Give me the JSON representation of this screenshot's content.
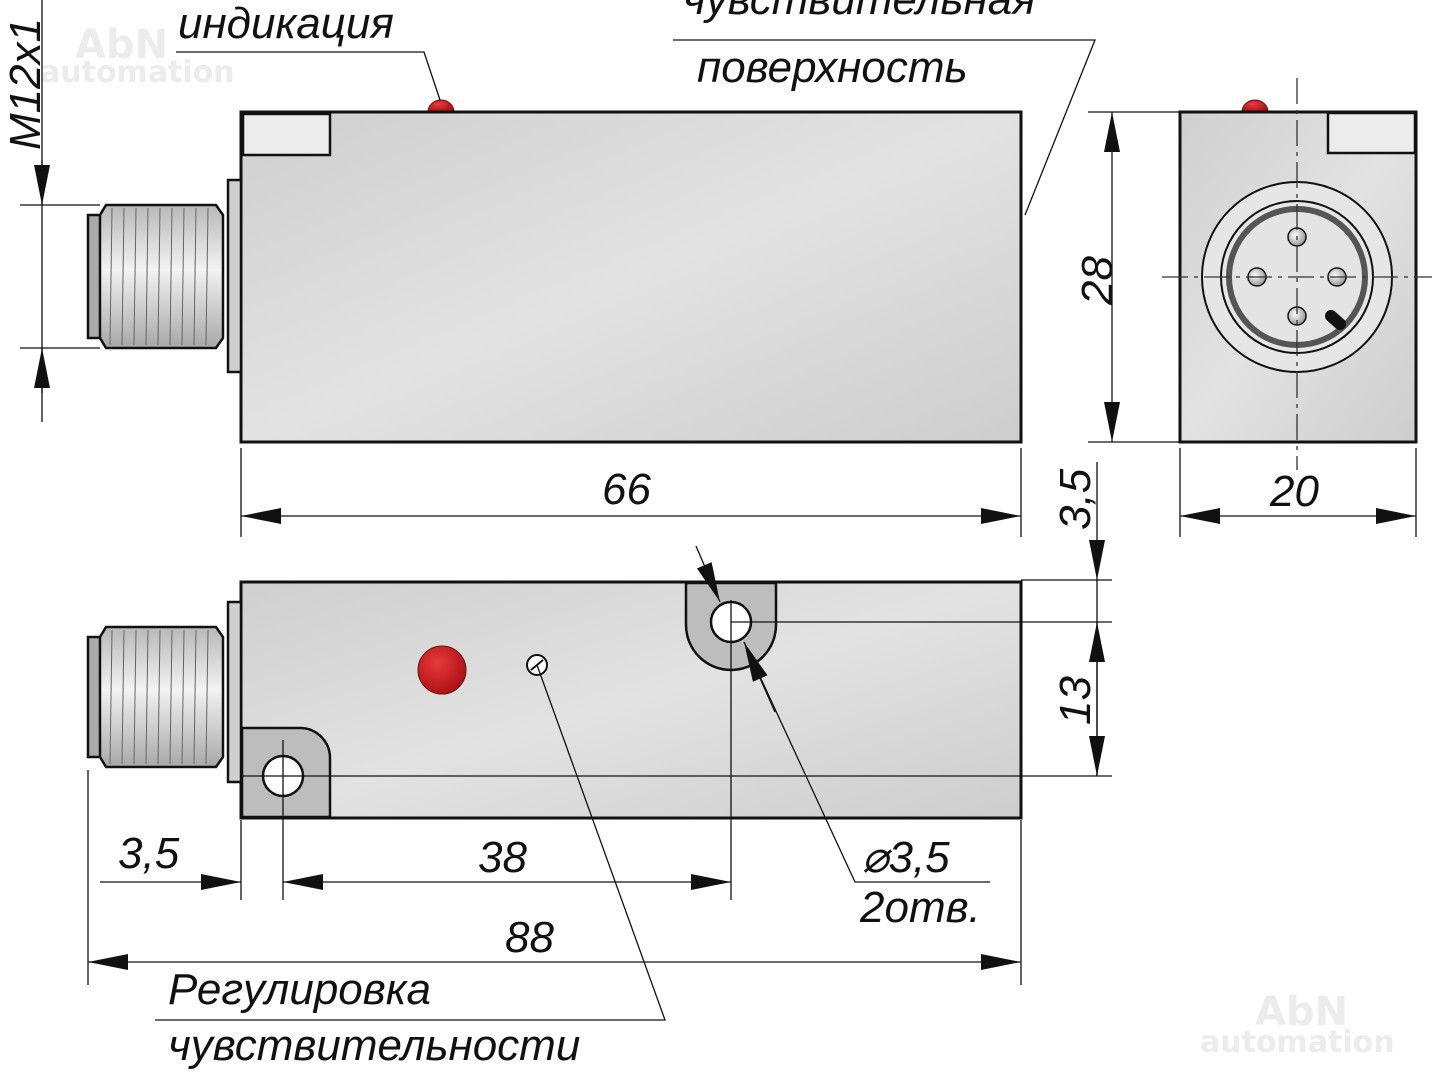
{
  "watermark": {
    "brand": "AbN",
    "sub": "automation"
  },
  "labels": {
    "indication": "индикация",
    "sensitive_1": "чувствительная",
    "sensitive_2": "поверхность",
    "adjust_1": "Регулировка",
    "adjust_2": "чувствительности",
    "holes": "2отв."
  },
  "dimensions": {
    "thread": "M12x1",
    "length_body": "66",
    "height": "28",
    "width": "20",
    "offset_top": "3,5",
    "hole_spacing_v": "13",
    "hole_dia": "⌀3,5",
    "offset_left": "3,5",
    "hole_spacing_h": "38",
    "length_total": "88"
  },
  "colors": {
    "led": "#c8161d",
    "body": "#d9d9d9",
    "tab": "#bdbdbd"
  }
}
